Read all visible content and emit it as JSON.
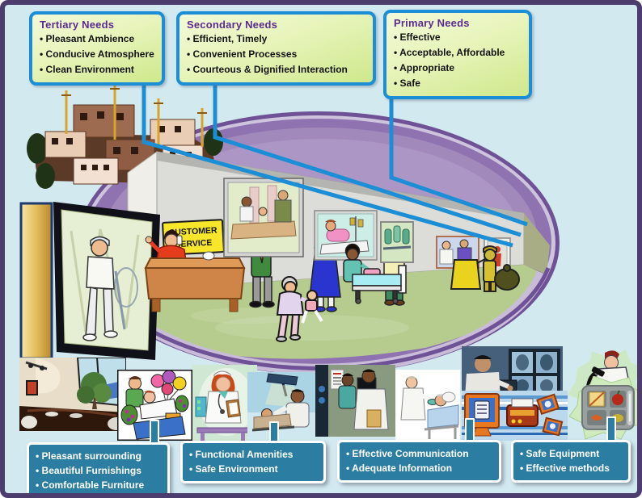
{
  "colors": {
    "background": "#d3e9f0",
    "frame_border": "#4c3d6e",
    "need_box_border": "#1b8ed6",
    "need_box_fill": "#dff0a8",
    "heading_purple": "#5b2b8e",
    "connector_blue": "#1b8ed6",
    "ellipse_purple": "#8f73b0",
    "tag_box_teal": "#2b7ea1",
    "sign_yellow": "#f8e62b"
  },
  "top_boxes": [
    {
      "title": "Tertiary Needs",
      "items": [
        "Pleasant Ambience",
        "Conducive Atmosphere",
        "Clean Environment"
      ]
    },
    {
      "title": "Secondary Needs",
      "items": [
        "Efficient, Timely",
        "Convenient Processes",
        "Courteous & Dignified Interaction"
      ]
    },
    {
      "title": "Primary Needs",
      "items": [
        "Effective",
        "Acceptable, Affordable",
        "Appropriate",
        "Safe"
      ]
    }
  ],
  "scene": {
    "sign": {
      "line1": "CUSTOMER",
      "line2": "SERVICE"
    },
    "illustrations": [
      "slum-village",
      "hospital-hall",
      "framed-patient-painting",
      "customer-service-desk",
      "patient-queue",
      "canteen-mural",
      "patient-room-picture",
      "surgery-picture",
      "consultation-picture",
      "exit-door",
      "nurse-hospital-bed",
      "grandmother-with-child",
      "janitor-with-cart"
    ]
  },
  "bottom_boxes": [
    {
      "items": [
        "Pleasant surrounding",
        "Beautiful Furnishings",
        "Comfortable Furniture"
      ]
    },
    {
      "items": [
        "Functional Amenities",
        "Safe Environment"
      ]
    },
    {
      "items": [
        "Effective Communication",
        "Adequate Information"
      ]
    },
    {
      "items": [
        "Safe Equipment",
        "Effective methods"
      ]
    }
  ],
  "strip_images": [
    "interior-photo",
    "patient-visitors-balloons",
    "nurse-clipboard",
    "doctor-examination",
    "doctors-xray-review",
    "nurse-feeding-patient",
    "radiologist-monitors-photo",
    "scientist-microscope",
    "computer-network",
    "hospital-food-tray"
  ]
}
